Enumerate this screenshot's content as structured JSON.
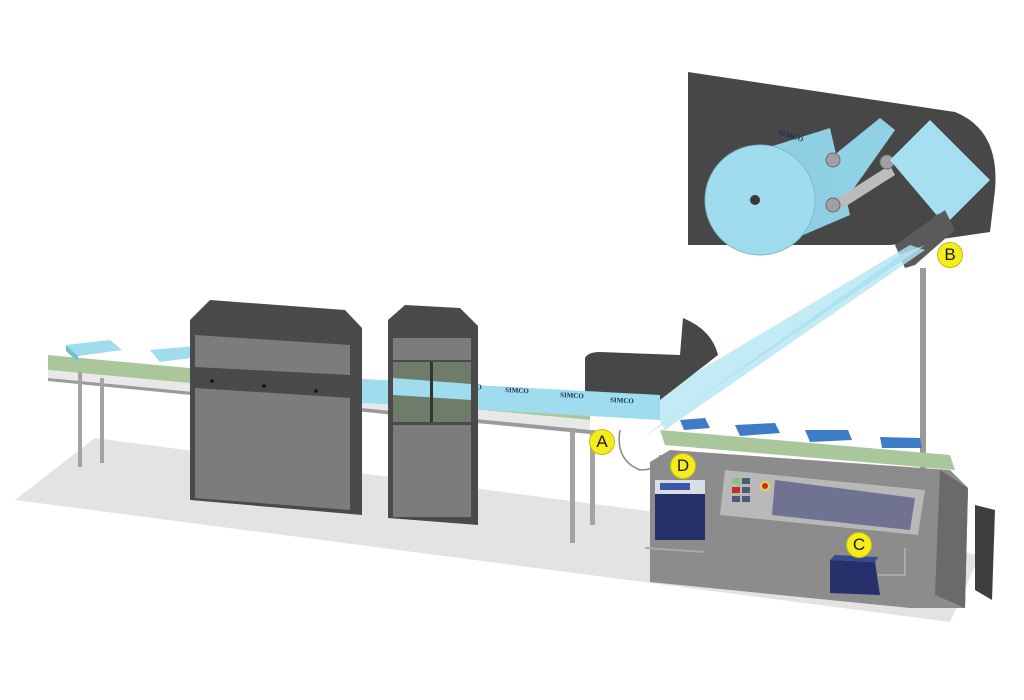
{
  "diagram": {
    "type": "3d-render-production-line",
    "colors": {
      "machine_dark": "#505050",
      "machine_panel": "#7c7c7c",
      "housing_grey": "#8a8a8a",
      "belt_green": "#a9c79a",
      "film_blue": "#9fdcee",
      "product_blue": "#3e7cc7",
      "callout_yellow": "#f5ec1e",
      "floor_shadow": "#e2e2e2",
      "module_navy": "#26306b"
    },
    "callouts": [
      {
        "id": "A",
        "label": "A"
      },
      {
        "id": "B",
        "label": "B"
      },
      {
        "id": "C",
        "label": "C"
      },
      {
        "id": "D",
        "label": "D"
      }
    ],
    "film_print": "SIMCO",
    "components": [
      "film-roll-unwinder",
      "inclined-film-feed",
      "infeed-conveyor",
      "tunnel-machine",
      "gantry-frame",
      "control-cabinet",
      "control-panel",
      "power-generator-D",
      "power-unit-C"
    ]
  }
}
